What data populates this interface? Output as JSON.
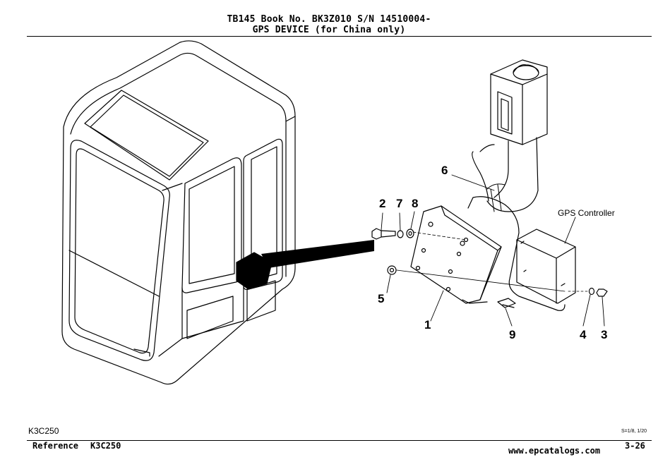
{
  "header": {
    "line1": "TB145  Book No. BK3Z010  S/N 14510004-",
    "line2": "GPS DEVICE (for China only)"
  },
  "diagram": {
    "callouts": {
      "c1": "1",
      "c2": "2",
      "c3": "3",
      "c4": "4",
      "c5": "5",
      "c6": "6",
      "c7": "7",
      "c8": "8",
      "c9": "9"
    },
    "gps_label": "GPS Controller"
  },
  "footer": {
    "code": "K3C250",
    "scale": "S=1/8, 1/20",
    "reference_label": "Reference",
    "reference_value": "K3C250",
    "watermark": "www.epcatalogs.com",
    "page": "3-26"
  }
}
